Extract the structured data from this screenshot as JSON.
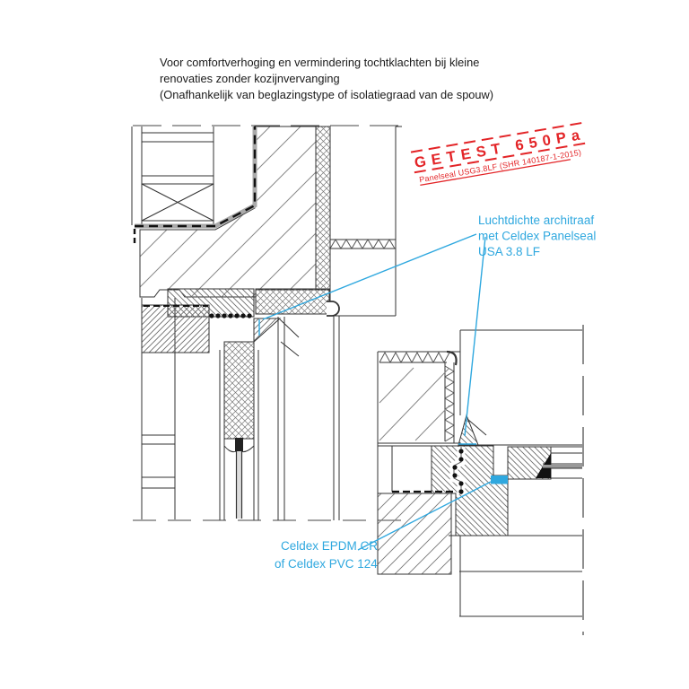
{
  "intro": {
    "line1": "Voor comfortverhoging en vermindering tochtklachten bij kleine",
    "line2": "renovaties zonder kozijnvervanging",
    "line3": "(Onafhankelijk van beglazingstype of isolatiegraad van de spouw)"
  },
  "stamp": {
    "title": "GETEST 650Pa",
    "subtitle": "Panelseal USG3.8LF (SHR 140187-1-2015)"
  },
  "labels": {
    "architraaf": {
      "line1": "Luchtdichte architraaf",
      "line2": "met Celdex Panelseal",
      "line3": "USA 3.8 LF"
    },
    "seal": {
      "line1": "Celdex EPDM CR",
      "line2": "of Celdex PVC 124"
    }
  },
  "colors": {
    "annotation_blue": "#2FA8DF",
    "stamp_red": "#E32427",
    "line_black": "#333333"
  }
}
